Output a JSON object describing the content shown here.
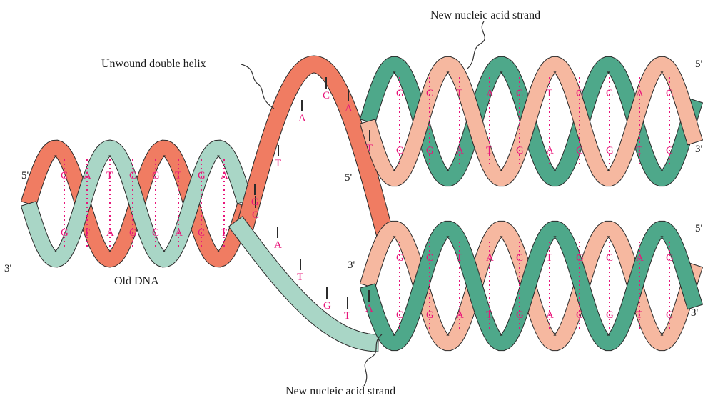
{
  "labels": {
    "unwound": "Unwound double helix",
    "new_strand_top": "New nucleic acid strand",
    "new_strand_bottom": "New nucleic acid strand",
    "old_dna": "Old DNA"
  },
  "ends": {
    "old_left_5": "5'",
    "old_left_3": "3'",
    "top_right_5": "5'",
    "top_right_3": "3'",
    "top_left_5": "5'",
    "bottom_left_3": "3'",
    "bottom_right_5": "5'",
    "bottom_right_3": "3'"
  },
  "bases": {
    "old_helix": [
      "C",
      "G",
      "A",
      "T",
      "T",
      "A",
      "C",
      "G",
      "G",
      "C",
      "T",
      "A",
      "G",
      "C",
      "A",
      "T"
    ],
    "unwound_top": [
      "A",
      "C",
      "A",
      "T",
      "T"
    ],
    "unwound_mid": [
      "G",
      "C"
    ],
    "unwound_bottom": [
      "A",
      "T",
      "G",
      "T",
      "A"
    ],
    "top_helix": [
      "G",
      "C",
      "C",
      "G",
      "T",
      "A",
      "A",
      "T",
      "C",
      "G",
      "T",
      "A",
      "G",
      "C",
      "C",
      "G",
      "A",
      "T",
      "G",
      "C"
    ],
    "bottom_helix": [
      "G",
      "C",
      "C",
      "G",
      "T",
      "A",
      "A",
      "T",
      "C",
      "G",
      "T",
      "A",
      "G",
      "C",
      "C",
      "G",
      "A",
      "T",
      "G",
      "C"
    ]
  },
  "colors": {
    "salmon": "#f07c62",
    "salmon_light": "#f6b8a0",
    "teal": "#4ea88a",
    "teal_light": "#a9d6c6",
    "base_pink": "#e8157a",
    "outline": "#2b2b2b"
  }
}
